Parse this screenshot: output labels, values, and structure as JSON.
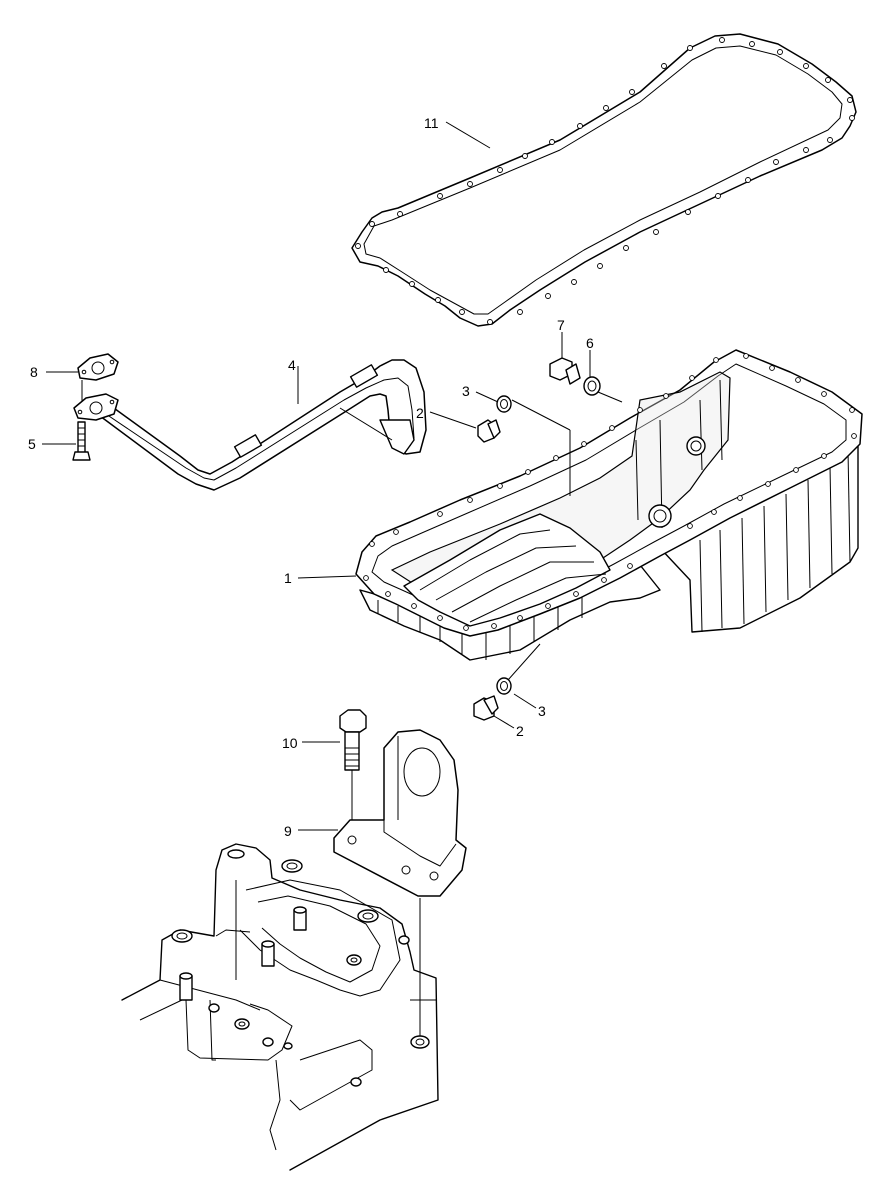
{
  "diagram": {
    "parts": [
      {
        "key": "oil_pan",
        "number": "1"
      },
      {
        "key": "drain_plug_upper",
        "number": "2"
      },
      {
        "key": "seal_ring_upper",
        "number": "3"
      },
      {
        "key": "oil_tube",
        "number": "4"
      },
      {
        "key": "tube_bolt",
        "number": "5"
      },
      {
        "key": "filler_seal",
        "number": "6"
      },
      {
        "key": "filler_plug",
        "number": "7"
      },
      {
        "key": "tube_gasket",
        "number": "8"
      },
      {
        "key": "bracket",
        "number": "9"
      },
      {
        "key": "bracket_bolt",
        "number": "10"
      },
      {
        "key": "pan_gasket",
        "number": "11"
      },
      {
        "key": "drain_plug_lower",
        "number": "2"
      },
      {
        "key": "seal_ring_lower",
        "number": "3"
      }
    ]
  }
}
